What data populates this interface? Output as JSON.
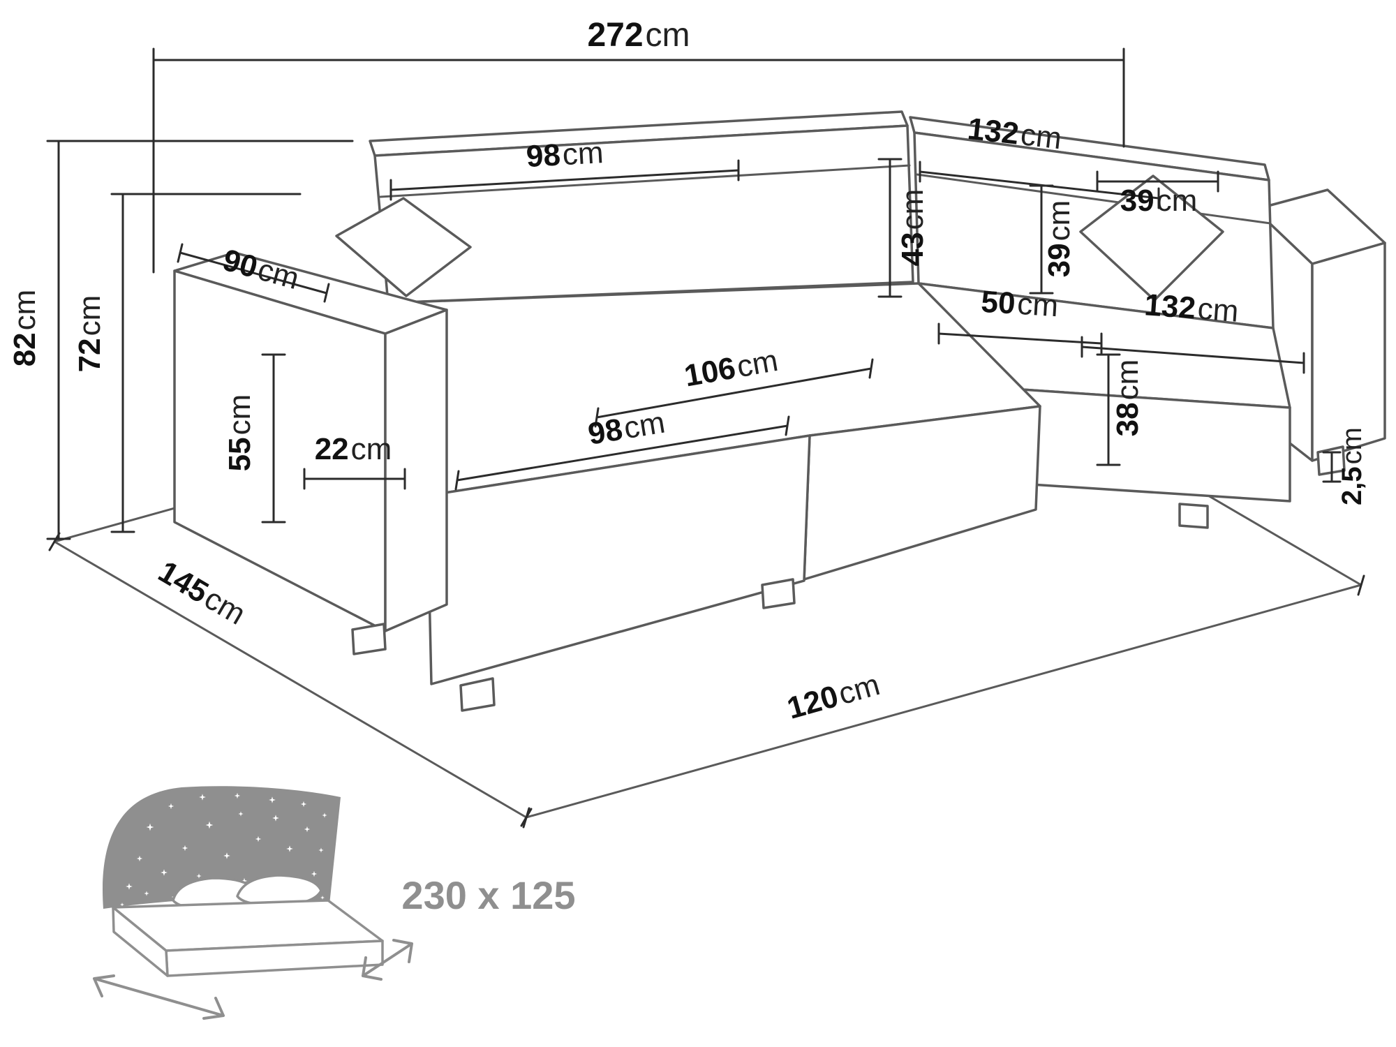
{
  "figure": {
    "type": "furniture-dimension-diagram",
    "subject": "corner sofa bed with chaise, line drawing with measurements"
  },
  "colors": {
    "sofa_line": "#5a5a5a",
    "dimension_line": "#2b2b2b",
    "dimension_text": "#111111",
    "muted_gray": "#8f8f8f",
    "background": "#ffffff"
  },
  "dimensions": {
    "total_width": {
      "value": "272",
      "unit": "cm"
    },
    "total_height": {
      "value": "82",
      "unit": "cm"
    },
    "backrest_height_from_floor": {
      "value": "72",
      "unit": "cm"
    },
    "armrest_depth": {
      "value": "90",
      "unit": "cm"
    },
    "left_backrest_width": {
      "value": "98",
      "unit": "cm"
    },
    "right_backrest_width": {
      "value": "132",
      "unit": "cm"
    },
    "backrest_cushion_height": {
      "value": "43",
      "unit": "cm"
    },
    "pillow_width": {
      "value": "39",
      "unit": "cm"
    },
    "pillow_height": {
      "value": "39",
      "unit": "cm"
    },
    "corner_seat_depth": {
      "value": "50",
      "unit": "cm"
    },
    "right_seat_width": {
      "value": "132",
      "unit": "cm"
    },
    "seat_height": {
      "value": "38",
      "unit": "cm"
    },
    "chaise_length": {
      "value": "106",
      "unit": "cm"
    },
    "chaise_width": {
      "value": "98",
      "unit": "cm"
    },
    "armrest_height": {
      "value": "55",
      "unit": "cm"
    },
    "armrest_width": {
      "value": "22",
      "unit": "cm"
    },
    "leg_height": {
      "value": "2,5",
      "unit": "cm"
    },
    "floor_depth": {
      "value": "145",
      "unit": "cm"
    },
    "floor_width": {
      "value": "120",
      "unit": "cm"
    }
  },
  "sleeping_area": {
    "label": "230 x 125",
    "stars": [
      [
        185,
        1270,
        0.8
      ],
      [
        200,
        1230,
        0.7
      ],
      [
        215,
        1185,
        0.9
      ],
      [
        245,
        1155,
        0.7
      ],
      [
        290,
        1142,
        0.8
      ],
      [
        340,
        1140,
        0.7
      ],
      [
        390,
        1146,
        0.8
      ],
      [
        435,
        1152,
        0.7
      ],
      [
        465,
        1168,
        0.6
      ],
      [
        210,
        1280,
        0.6
      ],
      [
        235,
        1250,
        0.8
      ],
      [
        265,
        1215,
        0.7
      ],
      [
        300,
        1182,
        0.9
      ],
      [
        345,
        1166,
        0.6
      ],
      [
        395,
        1172,
        0.8
      ],
      [
        440,
        1188,
        0.7
      ],
      [
        460,
        1218,
        0.6
      ],
      [
        250,
        1285,
        0.7
      ],
      [
        285,
        1255,
        0.6
      ],
      [
        325,
        1226,
        0.8
      ],
      [
        370,
        1202,
        0.7
      ],
      [
        415,
        1216,
        0.8
      ],
      [
        450,
        1252,
        0.7
      ],
      [
        305,
        1290,
        0.6
      ],
      [
        350,
        1262,
        0.7
      ],
      [
        420,
        1262,
        0.6
      ],
      [
        462,
        1286,
        0.5
      ],
      [
        175,
        1296,
        0.5
      ]
    ]
  }
}
